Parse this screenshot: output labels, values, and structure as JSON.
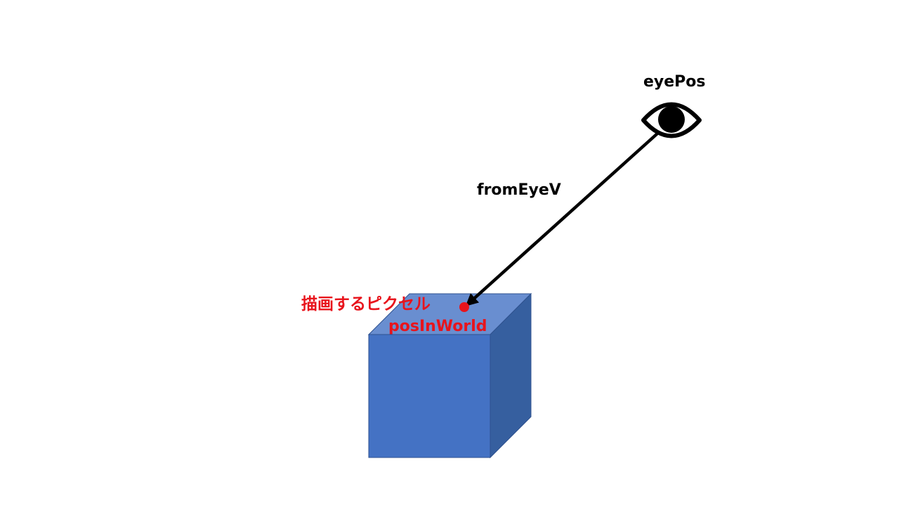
{
  "labels": {
    "eye": "eyePos",
    "vector": "fromEyeV",
    "pixel": "描画するピクセル",
    "position": "posInWorld"
  },
  "icons": {
    "eye": "eye-icon",
    "point": "pixel-point-icon"
  },
  "colors": {
    "text": "#000000",
    "highlight": "#e8141c",
    "cube_front": "#4472c4",
    "cube_top": "#698ed0",
    "cube_side": "#365f9f",
    "cube_edge": "#2f528f",
    "arrow": "#000000"
  }
}
